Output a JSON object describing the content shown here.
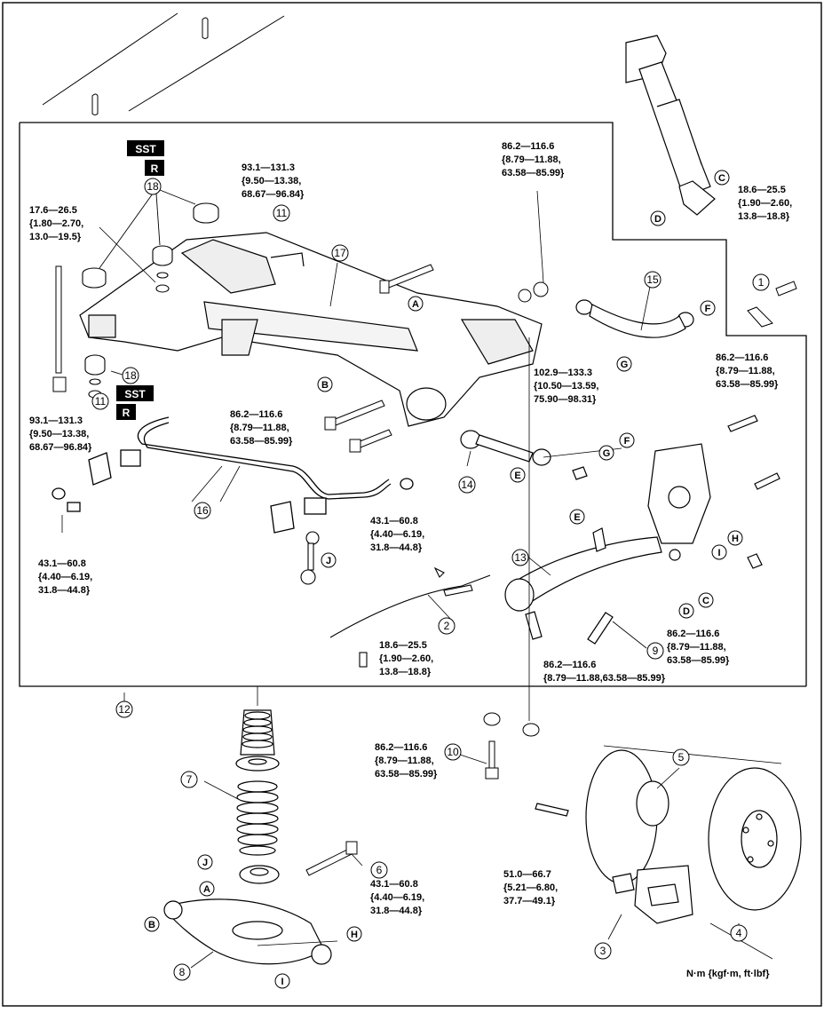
{
  "badges": {
    "sst": "SST",
    "r": "R"
  },
  "units": "N·m {kgf·m, ft·lbf}",
  "parts": {
    "p1": "1",
    "p2": "2",
    "p3": "3",
    "p4": "4",
    "p5": "5",
    "p6": "6",
    "p7": "7",
    "p8": "8",
    "p9": "9",
    "p10": "10",
    "p11": "11",
    "p12": "12",
    "p13": "13",
    "p14": "14",
    "p15": "15",
    "p16": "16",
    "p17": "17",
    "p18": "18"
  },
  "letters": {
    "a": "A",
    "b": "B",
    "c": "C",
    "d": "D",
    "e": "E",
    "f": "F",
    "g": "G",
    "h": "H",
    "i": "I",
    "j": "J"
  },
  "torques": {
    "t1": [
      "17.6—26.5",
      "{1.80—2.70,",
      "13.0—19.5}"
    ],
    "t2": [
      "93.1—131.3",
      "{9.50—13.38,",
      "68.67—96.84}"
    ],
    "t3": [
      "86.2—116.6",
      "{8.79—11.88,",
      "63.58—85.99}"
    ],
    "t4": [
      "18.6—25.5",
      "{1.90—2.60,",
      "13.8—18.8}"
    ],
    "t5": [
      "93.1—131.3",
      "{9.50—13.38,",
      "68.67—96.84}"
    ],
    "t6": [
      "86.2—116.6",
      "{8.79—11.88,",
      "63.58—85.99}"
    ],
    "t7": [
      "102.9—133.3",
      "{10.50—13.59,",
      "75.90—98.31}"
    ],
    "t8": [
      "86.2—116.6",
      "{8.79—11.88,",
      "63.58—85.99}"
    ],
    "t9": [
      "43.1—60.8",
      "{4.40—6.19,",
      "31.8—44.8}"
    ],
    "t10": [
      "43.1—60.8",
      "{4.40—6.19,",
      "31.8—44.8}"
    ],
    "t11": [
      "18.6—25.5",
      "{1.90—2.60,",
      "13.8—18.8}"
    ],
    "t12": [
      "86.2—116.6",
      "{8.79—11.88,63.58—85.99}"
    ],
    "t13": [
      "86.2—116.6",
      "{8.79—11.88,",
      "63.58—85.99}"
    ],
    "t14": [
      "86.2—116.6",
      "{8.79—11.88,",
      "63.58—85.99}"
    ],
    "t15": [
      "43.1—60.8",
      "{4.40—6.19,",
      "31.8—44.8}"
    ],
    "t16": [
      "51.0—66.7",
      "{5.21—6.80,",
      "37.7—49.1}"
    ]
  }
}
